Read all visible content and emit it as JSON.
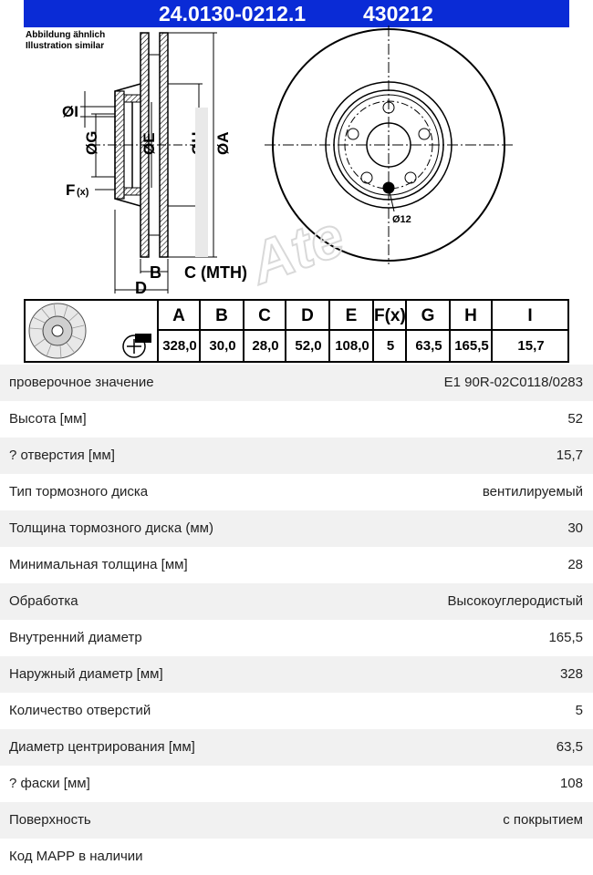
{
  "header": {
    "part_number": "24.0130-0212.1",
    "article": "430212"
  },
  "diagram": {
    "note_line1": "Abbildung ähnlich",
    "note_line2": "Illustration similar",
    "label_I": "ØI",
    "label_G": "ØG",
    "label_E": "ØE",
    "label_H": "ØH",
    "label_A": "ØA",
    "label_F": "F",
    "label_F_sup": "(x)",
    "label_B": "B",
    "label_C": "C (MTH)",
    "label_D": "D",
    "hole_label": "Ø12"
  },
  "spec_table": {
    "headers": [
      "A",
      "B",
      "C",
      "D",
      "E",
      "F(x)",
      "G",
      "H",
      "I"
    ],
    "values": [
      "328,0",
      "30,0",
      "28,0",
      "52,0",
      "108,0",
      "5",
      "63,5",
      "165,5",
      "15,7"
    ]
  },
  "properties": [
    {
      "label": "проверочное значение",
      "value": "E1 90R-02C0118/0283"
    },
    {
      "label": "Высота [мм]",
      "value": "52"
    },
    {
      "label": "? отверстия [мм]",
      "value": "15,7"
    },
    {
      "label": "Тип тормозного диска",
      "value": "вентилируемый"
    },
    {
      "label": "Толщина тормозного диска (мм)",
      "value": "30"
    },
    {
      "label": "Минимальная толщина [мм]",
      "value": "28"
    },
    {
      "label": "Обработка",
      "value": "Высокоуглеродистый"
    },
    {
      "label": "Внутренний диаметр",
      "value": "165,5"
    },
    {
      "label": "Наружный диаметр [мм]",
      "value": "328"
    },
    {
      "label": "Количество отверстий",
      "value": "5"
    },
    {
      "label": "Диаметр центрирования [мм]",
      "value": "63,5"
    },
    {
      "label": "? фаски [мм]",
      "value": "108"
    },
    {
      "label": "Поверхность",
      "value": "с покрытием"
    },
    {
      "label": "Код MAPP в наличии",
      "value": ""
    }
  ]
}
